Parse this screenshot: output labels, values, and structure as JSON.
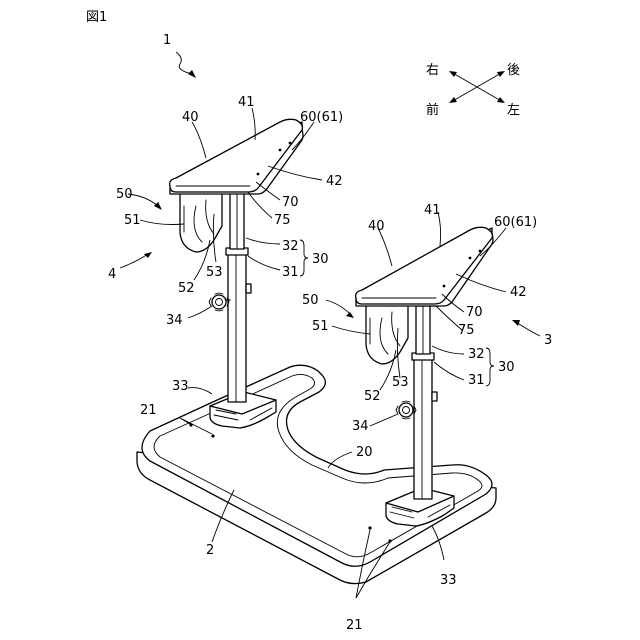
{
  "figure": {
    "title": "図1",
    "labels": {
      "l1": "1",
      "l2": "2",
      "l3": "3",
      "l4": "4",
      "l20": "20",
      "l21a": "21",
      "l21b": "21",
      "l33a": "33",
      "l33b": "33",
      "l34a": "34",
      "l34b": "34",
      "l40a": "40",
      "l40b": "40",
      "l41a": "41",
      "l41b": "41",
      "l42a": "42",
      "l42b": "42",
      "l50a": "50",
      "l50b": "50",
      "l51a": "51",
      "l51b": "51",
      "l52a": "52",
      "l52b": "52",
      "l53a": "53",
      "l53b": "53",
      "l60a": "60(61)",
      "l60b": "60(61)",
      "l70a": "70",
      "l70b": "70",
      "l75a": "75",
      "l75b": "75",
      "l32a": "32",
      "l32b": "32",
      "l31a": "31",
      "l31b": "31",
      "l30a": "30",
      "l30b": "30"
    },
    "directions": {
      "right": "右",
      "back": "後",
      "front": "前",
      "left": "左"
    }
  }
}
